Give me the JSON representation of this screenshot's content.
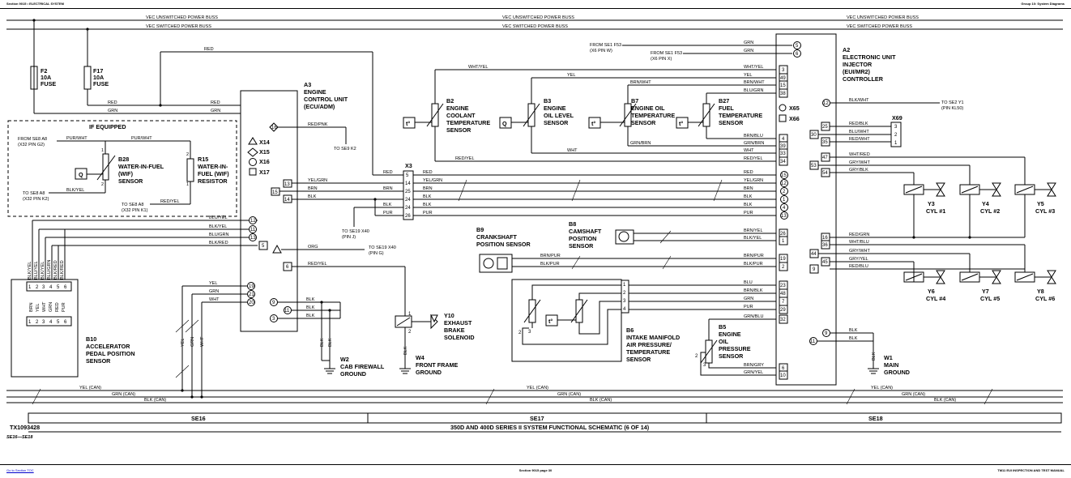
{
  "header": {
    "left": "Section 9015 • ELECTRICAL SYSTEM",
    "right": "Group 10: System Diagrams"
  },
  "footer": {
    "left": "Go to Section TOC",
    "center": "Section 9015 page 30",
    "right": "TM11 EUI INSPECTION AND TEST MANUAL"
  },
  "busses": {
    "unswitched": "VEC UNSWITCHED POWER BUSS",
    "switched": "VEC SWITCHED POWER BUSS"
  },
  "can": {
    "yel": "YEL (CAN)",
    "grn": "GRN (CAN)",
    "blk": "BLK (CAN)"
  },
  "sections": [
    "SE16",
    "SE17",
    "SE18"
  ],
  "diagram_id": "TX1093428",
  "title": "350D AND 400D SERIES II SYSTEM FUNCTIONAL SCHEMATIC (6 OF 14)",
  "sheet_ref": "SE16—SE18",
  "fuses": [
    {
      "id": "F2",
      "rating": "10A",
      "type": "FUSE"
    },
    {
      "id": "F17",
      "rating": "10A",
      "type": "FUSE"
    }
  ],
  "if_equipped": "IF EQUIPPED",
  "components": {
    "a3": [
      "A3",
      "ENGINE",
      "CONTROL UNIT",
      "(ECU/ADM)"
    ],
    "a2": [
      "A2",
      "ELECTRONIC UNIT",
      "INJECTOR",
      "(EUI/MR2)",
      "CONTROLLER"
    ],
    "b28": [
      "B28",
      "WATER-IN-FUEL",
      "(WIF)",
      "SENSOR"
    ],
    "r15": [
      "R15",
      "WATER-IN-",
      "FUEL (WIF)",
      "RESISTOR"
    ],
    "b10": [
      "B10",
      "ACCELERATOR",
      "PEDAL POSITION",
      "SENSOR"
    ],
    "b2": [
      "B2",
      "ENGINE",
      "COOLANT",
      "TEMPERATURE",
      "SENSOR"
    ],
    "b3": [
      "B3",
      "ENGINE",
      "OIL LEVEL",
      "SENSOR"
    ],
    "b7": [
      "B7",
      "ENGINE OIL",
      "TEMPERATURE",
      "SENSOR"
    ],
    "b27": [
      "B27",
      "FUEL",
      "TEMPERATURE",
      "SENSOR"
    ],
    "b9": [
      "B9",
      "CRANKSHAFT",
      "POSITION SENSOR"
    ],
    "b8": [
      "B8",
      "CAMSHAFT",
      "POSITION",
      "SENSOR"
    ],
    "b6": [
      "B6",
      "INTAKE MANIFOLD",
      "AIR PRESSURE/",
      "TEMPERATURE",
      "SENSOR"
    ],
    "b5": [
      "B5",
      "ENGINE",
      "OIL",
      "PRESSURE",
      "SENSOR"
    ],
    "y10": [
      "Y10",
      "EXHAUST",
      "BRAKE",
      "SOLENOID"
    ],
    "w2": [
      "W2",
      "CAB FIREWALL",
      "GROUND"
    ],
    "w4": [
      "W4",
      "FRONT FRAME",
      "GROUND"
    ],
    "w1": [
      "W1",
      "MAIN",
      "GROUND"
    ],
    "x3": "X3",
    "x69": "X69"
  },
  "cylinders": [
    {
      "y": "Y3",
      "c": "CYL #1"
    },
    {
      "y": "Y4",
      "c": "CYL #2"
    },
    {
      "y": "Y5",
      "c": "CYL #3"
    },
    {
      "y": "Y6",
      "c": "CYL #4"
    },
    {
      "y": "Y7",
      "c": "CYL #5"
    },
    {
      "y": "Y8",
      "c": "CYL #6"
    }
  ],
  "markers": [
    "X14",
    "X15",
    "X16",
    "X17",
    "X65",
    "X66"
  ],
  "refs": {
    "se1_f53a": "FROM SE1 F53",
    "se1_f53a_pin": "(X6 PIN W)",
    "se1_f53b": "FROM SE1 F53",
    "se1_f53b_pin": "(X6 PIN X)",
    "se9_k2": "TO SE9 K2",
    "se8_a8_from": "FROM SE8 A8",
    "se8_a8_from_pin": "(X32 PIN G2)",
    "se8_a8_to": "TO SE8 A8",
    "se8_a8_to_pin": "(X32 PIN K2)",
    "se8_a8_to2": "TO SE8 A8",
    "se8_a8_to2_pin": "(X32 PIN K1)",
    "se19_x40_j": "TO SE19 X40",
    "se19_x40_j_pin": "(PIN J)",
    "se19_x40_g": "TO SE19 X40",
    "se19_x40_g_pin": "(PIN G)",
    "se2_y1": "TO SE2 Y1",
    "se2_y1_pin": "(PIN KL50)"
  },
  "wires": {
    "red": "RED",
    "grn": "GRN",
    "pur_wht": "PUR/WHT",
    "blk_yel": "BLK/YEL",
    "red_yel": "RED/YEL",
    "red_pnk": "RED/PNK",
    "yel_grn": "YEL/GRN",
    "brn": "BRN",
    "blk": "BLK",
    "pur": "PUR",
    "blu_yel": "BLU/YEL",
    "blu_grn": "BLU/GRN",
    "blk_red": "BLK/RED",
    "org": "ORG",
    "yel": "YEL",
    "wht_yel": "WHT/YEL",
    "brn_wht": "BRN/WHT",
    "blu_grn2": "BLU/GRN",
    "wht": "WHT",
    "brn_blu": "BRN/BLU",
    "grn_brn": "GRN/BRN",
    "blk_wht": "BLK/WHT",
    "red_blk": "RED/BLK",
    "blu_wht": "BLU/WHT",
    "red_wht": "RED/WHT",
    "wht_red": "WHT/RED",
    "gry_wht": "GRY/WHT",
    "gry_blk": "GRY/BLK",
    "red_grn": "RED/GRN",
    "wht_blu": "WHT/BLU",
    "gry_yel": "GRY/YEL",
    "red_blu": "RED/BLU",
    "brn_yel": "BRN/YEL",
    "blk_yel2": "BLK/YEL",
    "brn_pur": "BRN/PUR",
    "blk_pur": "BLK/PUR",
    "blu": "BLU",
    "brn_blk": "BRN/BLK",
    "grn_blu": "GRN/BLU",
    "brn_gry": "BRN/GRY",
    "grn_yel": "GRN/YEL",
    "b10_colors": [
      "BLK/YEL",
      "BLU/YEL",
      "BLK/YEL",
      "BLU/GRN",
      "BLK/RED",
      "BLK/RED"
    ],
    "b10_inner": [
      "BRN",
      "YEL",
      "WHT",
      "GRN",
      "RED",
      "PUR"
    ],
    "vert_yel": "YEL",
    "vert_grn": "GRN",
    "vert_wht": "WHT",
    "vert_blk": "BLK"
  },
  "pins": {
    "p1": "1",
    "p2": "2",
    "p3": "3",
    "p4": "4",
    "p5": "5",
    "p6": "6"
  }
}
